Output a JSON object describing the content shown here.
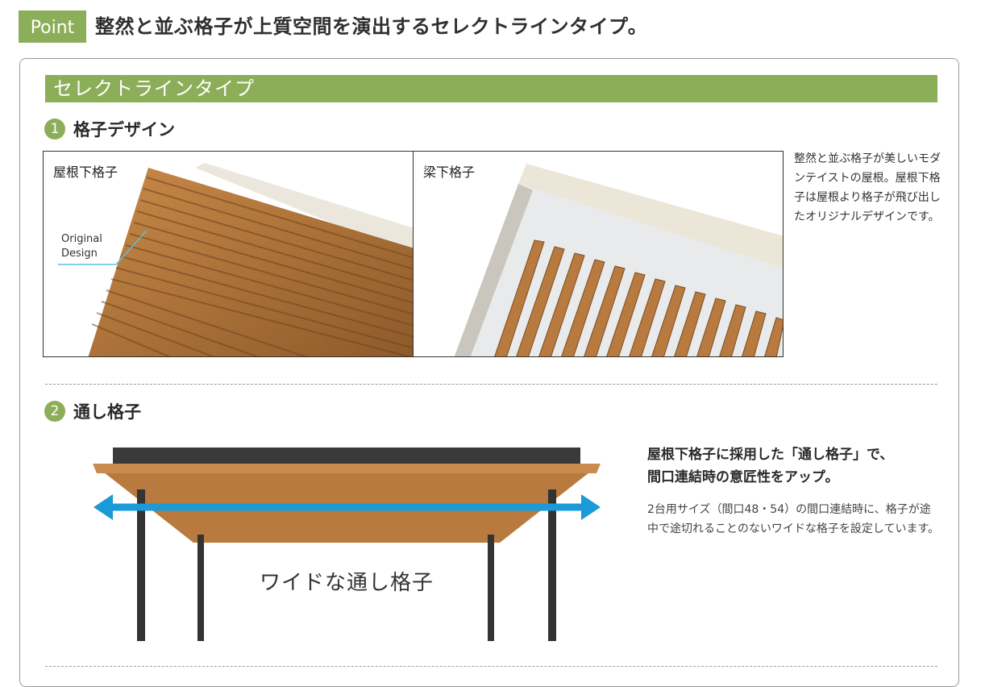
{
  "header": {
    "badge": "Point",
    "headline": "整然と並ぶ格子が上質空間を演出するセレクトラインタイプ。"
  },
  "type_bar": "セレクトラインタイプ",
  "section1": {
    "number": "1",
    "title": "格子デザイン",
    "photo_left": {
      "label": "屋根下格子",
      "callout_line1": "Original",
      "callout_line2": "Design"
    },
    "photo_right": {
      "label": "梁下格子"
    },
    "description": "整然と並ぶ格子が美しいモダンテイストの屋根。屋根下格子は屋根より格子が飛び出したオリジナルデザインです。"
  },
  "section2": {
    "number": "2",
    "title": "通し格子",
    "lead_line1": "屋根下格子に採用した「通し格子」で、",
    "lead_line2": "間口連結時の意匠性をアップ。",
    "description": "2台用サイズ（間口48・54）の間口連結時に、格子が途中で途切れることのないワイドな格子を設定しています。",
    "diagram_label": "ワイドな通し格子"
  },
  "colors": {
    "accent_green": "#8dae59",
    "wood": "#b87a3e",
    "arrow_blue": "#1a9ad6",
    "frame_dark": "#3a3a3a"
  }
}
